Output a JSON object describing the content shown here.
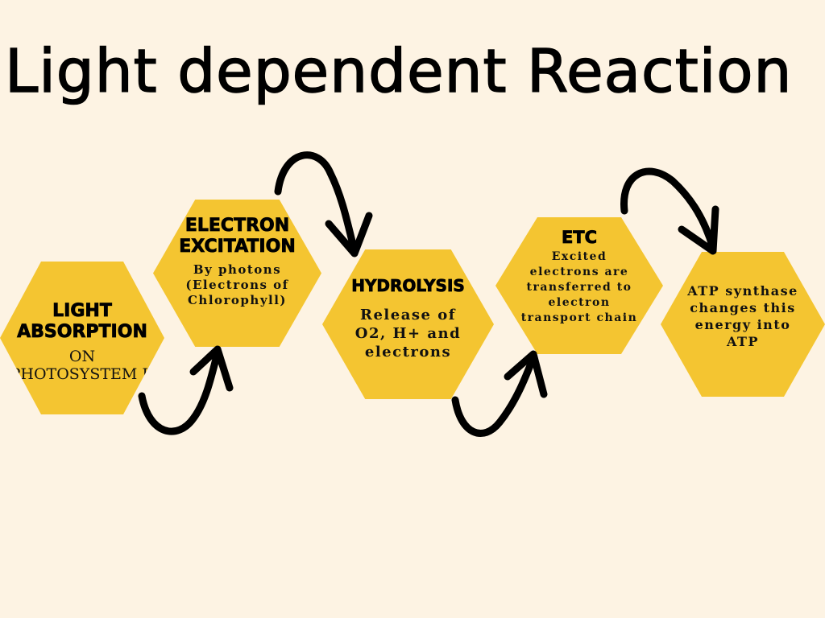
{
  "title": "Light dependent Reaction",
  "colors": {
    "background": "#fdf3e3",
    "hexagon": "#f4c531",
    "arrow": "#000000"
  },
  "steps": [
    {
      "heading": "LIGHT ABSORPTION",
      "body": "ON PHOTOSYSTEM II"
    },
    {
      "heading": "ELECTRON EXCITATION",
      "body": "By photons (Electrons of Chlorophyll)"
    },
    {
      "heading": "HYDROLYSIS",
      "body": "Release of O2, H+ and electrons"
    },
    {
      "heading": "ETC",
      "body": "Excited electrons are transferred to electron transport chain"
    },
    {
      "heading": "",
      "body": "ATP synthase changes this energy into ATP"
    }
  ]
}
